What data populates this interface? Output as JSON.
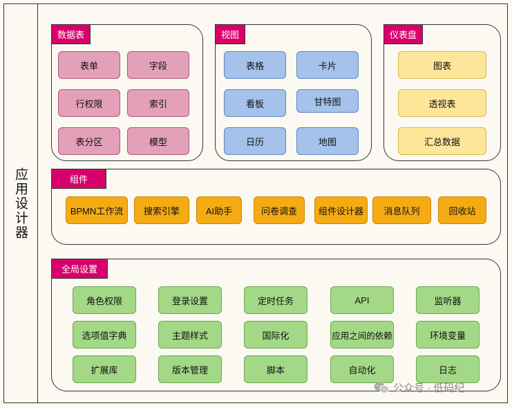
{
  "sidebar": {
    "label": "应用设计器"
  },
  "groups": {
    "datatable": {
      "title": "数据表",
      "items": [
        "表单",
        "字段",
        "行权限",
        "索引",
        "表分区",
        "模型"
      ]
    },
    "view": {
      "title": "视图",
      "items": [
        "表格",
        "卡片",
        "看板",
        "甘特图",
        "日历",
        "地图"
      ]
    },
    "dashboard": {
      "title": "仪表盘",
      "items": [
        "图表",
        "透视表",
        "汇总数据"
      ]
    },
    "component": {
      "title": "组件",
      "items": [
        "BPMN工作流",
        "搜索引擎",
        "AI助手",
        "问卷调查",
        "组件设计器",
        "消息队列",
        "回收站"
      ]
    },
    "global": {
      "title": "全局设置",
      "items": [
        "角色权限",
        "登录设置",
        "定时任务",
        "API",
        "监听器",
        "选项值字典",
        "主题样式",
        "国际化",
        "应用之间的依赖",
        "环境变量",
        "扩展库",
        "版本管理",
        "脚本",
        "自动化",
        "日志"
      ]
    }
  },
  "watermark": {
    "text": "公众号 · 低码纪"
  }
}
